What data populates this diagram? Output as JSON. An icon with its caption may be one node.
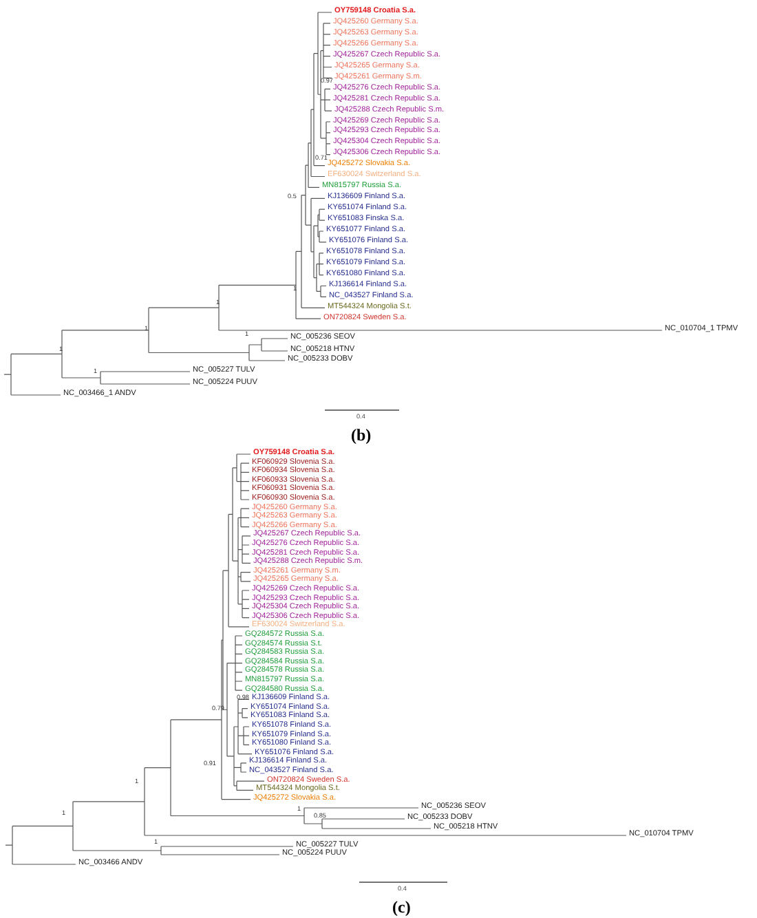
{
  "diagram": {
    "labels": [
      "OY759148 Croatia S.a.",
      "JQ425260 Germany S.a.",
      "JQ425263 Germany S.a.",
      "JQ425266 Germany S.a.",
      "JQ425267 Czech Republic S.a.",
      "JQ425265 Germany S.a.",
      "JQ425261 Germany S.m.",
      "JQ425276 Czech Republic S.a.",
      "JQ425281 Czech Republic S.a.",
      "JQ425288 Czech Republic S.m.",
      "JQ425269 Czech Republic S.a.",
      "JQ425293 Czech Republic S.a.",
      "JQ425304 Czech Republic S.a.",
      "JQ425306 Czech Republic S.a.",
      "JQ425272 Slovakia S.a.",
      "EF630024 Switzerland S.a.",
      "MN815797 Russia S.a.",
      "KJ136609 Finland S.a.",
      "KY651074 Finland S.a.",
      "KY651083 Finska S.a.",
      "KY651077 Finland S.a.",
      "KY651076 Finland S.a.",
      "KY651078 Finland S.a.",
      "KY651079 Finland S.a.",
      "KY651080 Finland S.a.",
      "KJ136614 Finland S.a.",
      "NC_043527 Finland S.a.",
      "MT544324 Mongolia S.t.",
      "ON720824 Sweden S.a.",
      "NC_010704_1 TPMV",
      "NC_005236 SEOV",
      "NC_005218 HTNV",
      "NC_005233 DOBV",
      "NC_005227 TULV",
      "NC_005224 PUUV",
      "NC_003466_1 ANDV",
      "0.97",
      "0.71",
      "0.5",
      "1",
      "1",
      "1",
      "1",
      "1",
      "1",
      "0.4",
      "(b)",
      "OY759148 Croatia S.a.",
      "KF060929 Slovenia S.a.",
      "KF060934 Slovenia S.a.",
      "KF060933 Slovenia S.a.",
      "KF060931 Slovenia S.a.",
      "KF060930 Slovenia S.a.",
      "JQ425260 Germany S.a.",
      "JQ425263 Germany S.a.",
      "JQ425266 Germany S.a.",
      "JQ425267 Czech Republic S.a.",
      "JQ425276 Czech Republic S.a.",
      "JQ425281 Czech Republic S.a.",
      "JQ425288 Czech Republic S.m.",
      "JQ425261 Germany S.m.",
      "JQ425265 Germany S.a.",
      "JQ425269 Czech Republic S.a.",
      "JQ425293 Czech Republic S.a.",
      "JQ425304 Czech Republic S.a.",
      "JQ425306 Czech Republic S.a.",
      "EF630024 Switzerland S.a.",
      "GQ284572 Russia S.a.",
      "GQ284574 Russia S.t.",
      "GQ284583 Russia S.a.",
      "GQ284584 Russia S.a.",
      "GQ284578 Russia S.a.",
      "MN815797 Russia S.a.",
      "GQ284580 Russia S.a.",
      "KJ136609 Finland S.a.",
      "KY651074 Finland S.a.",
      "KY651083 Finland S.a.",
      "KY651078 Finland S.a.",
      "KY651079 Finland S.a.",
      "KY651080 Finland S.a.",
      "KY651076 Finland S.a.",
      "KJ136614 Finland S.a.",
      "NC_043527 Finland S.a.",
      "ON720824 Sweden S.a.",
      "MT544324 Mongolia S.t.",
      "JQ425272 Slovakia S.a.",
      "NC_005236 SEOV",
      "NC_005233 DOBV",
      "NC_005218 HTNV",
      "NC_010704 TPMV",
      "NC_005227 TULV",
      "NC_005224 PUUV",
      "NC_003466 ANDV",
      "0.98",
      "0.79",
      "0.91",
      "1",
      "1",
      "1",
      "1",
      "0.85",
      "0.4",
      "(c)"
    ]
  }
}
